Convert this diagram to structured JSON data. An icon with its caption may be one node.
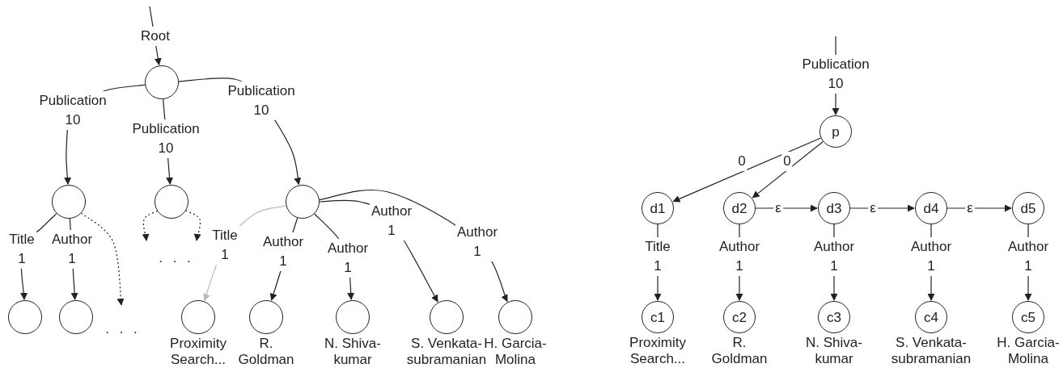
{
  "diagram": {
    "nodes": [
      {
        "text": [],
        "shape": "circle"
      },
      {
        "text": [],
        "shape": "circle"
      },
      {
        "text": [],
        "shape": "circle"
      },
      {
        "text": [],
        "shape": "circle"
      },
      {
        "text": [],
        "shape": "circle"
      },
      {
        "text": [],
        "shape": "circle"
      },
      {
        "text": [],
        "shape": "circle",
        "beside": [
          "Proximity Search..."
        ]
      },
      {
        "text": [],
        "shape": "circle",
        "beside": [
          "R. Goldman"
        ]
      },
      {
        "text": [],
        "shape": "circle",
        "beside": [
          "N. Shiva- kumar"
        ]
      },
      {
        "text": [],
        "shape": "circle",
        "beside": [
          "S. Venkata- subramanian"
        ]
      },
      {
        "text": [],
        "shape": "circle",
        "beside": [
          "H. Garcia- Molina"
        ]
      },
      {
        "text": [
          "p"
        ]
      },
      {
        "text": [
          "d1"
        ]
      },
      {
        "text": [
          "d2"
        ]
      },
      {
        "text": [
          "d3"
        ]
      },
      {
        "text": [
          "d4"
        ]
      },
      {
        "text": [
          "d5"
        ]
      },
      {
        "text": [
          "c1"
        ],
        "beside": [
          "Proximity Search..."
        ]
      },
      {
        "text": [
          "c2"
        ],
        "beside": [
          "R. Goldman"
        ]
      },
      {
        "text": [
          "c3"
        ],
        "beside": [
          "N. Shiva- kumar"
        ]
      },
      {
        "text": [
          "c4"
        ],
        "beside": [
          "S. Venkata- subramanian"
        ]
      },
      {
        "text": [
          "c5"
        ],
        "beside": [
          "H. Garcia- Molina"
        ]
      }
    ],
    "edges": [
      {
        "from": null,
        "to": 0,
        "arrow": "to",
        "label": "Root"
      },
      {
        "from": 0,
        "to": 1,
        "arrow": "to",
        "label": "Publication 10"
      },
      {
        "from": 0,
        "to": 2,
        "arrow": "to",
        "label": "Publication 10"
      },
      {
        "from": 0,
        "to": 3,
        "arrow": "to",
        "label": "Publication 10"
      },
      {
        "from": 1,
        "to": 4,
        "arrow": "to",
        "label": "Title 1"
      },
      {
        "from": 1,
        "to": 5,
        "arrow": "to",
        "label": "Author 1"
      },
      {
        "from": 1,
        "to": null,
        "arrow": "to",
        "style": "dashed"
      },
      {
        "from": 2,
        "to": null,
        "arrow": "to",
        "style": "dashed"
      },
      {
        "from": 2,
        "to": null,
        "arrow": "to",
        "style": "dashed"
      },
      {
        "from": 3,
        "to": 6,
        "arrow": "to",
        "label": "Title 1",
        "color": "#bbbbbb"
      },
      {
        "from": 3,
        "to": 7,
        "arrow": "to",
        "label": "Author 1"
      },
      {
        "from": 3,
        "to": 8,
        "arrow": "to",
        "label": "Author 1"
      },
      {
        "from": 3,
        "to": 9,
        "arrow": "to",
        "label": "Author 1"
      },
      {
        "from": 3,
        "to": 10,
        "arrow": "to",
        "label": "Author 1"
      },
      {
        "from": null,
        "to": 11,
        "arrow": "to",
        "label": "Publication 10"
      },
      {
        "from": 11,
        "to": 12,
        "arrow": "to",
        "label": "0"
      },
      {
        "from": 11,
        "to": 13,
        "arrow": "to",
        "label": "0"
      },
      {
        "from": 13,
        "to": 14,
        "arrow": "to",
        "label": "ε"
      },
      {
        "from": 14,
        "to": 15,
        "arrow": "to",
        "label": "ε"
      },
      {
        "from": 15,
        "to": 16,
        "arrow": "to",
        "label": "ε"
      },
      {
        "from": 12,
        "to": 17,
        "arrow": "to",
        "label": "Title 1"
      },
      {
        "from": 13,
        "to": 18,
        "arrow": "to",
        "label": "Author 1"
      },
      {
        "from": 14,
        "to": 19,
        "arrow": "to",
        "label": "Author 1"
      },
      {
        "from": 15,
        "to": 20,
        "arrow": "to",
        "label": "Author 1"
      },
      {
        "from": 16,
        "to": 21,
        "arrow": "to",
        "label": "Author 1"
      }
    ],
    "labels": [
      ". . .",
      ". . ."
    ]
  }
}
